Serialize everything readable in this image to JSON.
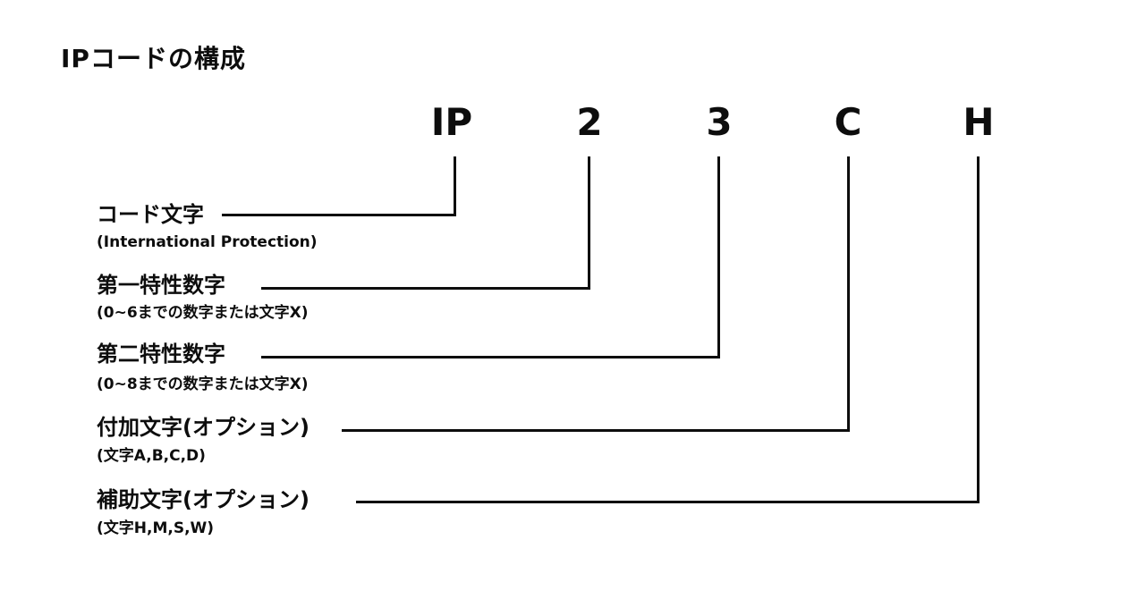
{
  "title": "IPコードの構成",
  "code": {
    "segments": [
      {
        "char": "IP",
        "label": "コード文字",
        "sublabel": "(International Protection)"
      },
      {
        "char": "2",
        "label": "第一特性数字",
        "sublabel": "(0~6までの数字または文字X)"
      },
      {
        "char": "3",
        "label": "第二特性数字",
        "sublabel": "(0~8までの数字または文字X)"
      },
      {
        "char": "C",
        "label": "付加文字(オプション)",
        "sublabel": "(文字A,B,C,D)"
      },
      {
        "char": "H",
        "label": "補助文字(オプション)",
        "sublabel": "(文字H,M,S,W)"
      }
    ]
  },
  "colors": {
    "background": "#ffffff",
    "line": "#0d0d0d",
    "text": "#0d0d0d"
  }
}
